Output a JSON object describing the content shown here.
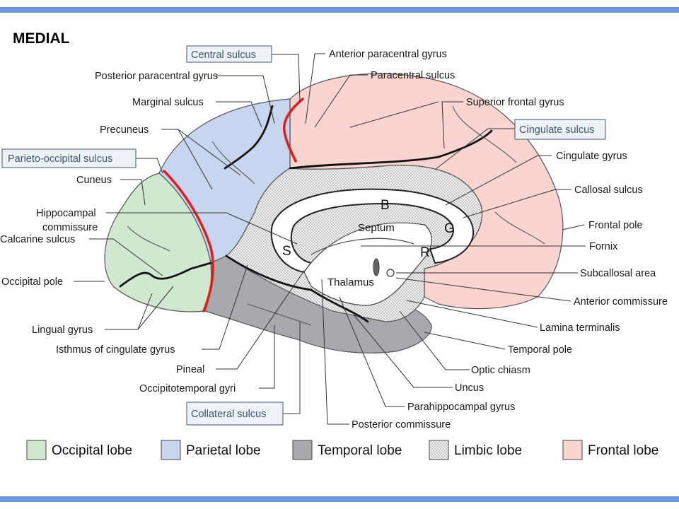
{
  "title": "MEDIAL",
  "boxed_labels": {
    "central_sulcus": "Central sulcus",
    "parieto_occipital_sulcus": "Parieto-occipital sulcus",
    "cingulate_sulcus": "Cingulate sulcus",
    "collateral_sulcus": "Collateral sulcus"
  },
  "labels": {
    "anterior_paracentral_gyrus": "Anterior paracentral gyrus",
    "posterior_paracentral_gyrus": "Posterior paracentral gyrus",
    "paracentral_sulcus": "Paracentral sulcus",
    "marginal_sulcus": "Marginal sulcus",
    "superior_frontal_gyrus": "Superior frontal gyrus",
    "precuneus": "Precuneus",
    "cingulate_gyrus": "Cingulate gyrus",
    "cuneus": "Cuneus",
    "callosal_sulcus": "Callosal sulcus",
    "hippocampal_commissure_1": "Hippocampal",
    "hippocampal_commissure_2": "commissure",
    "frontal_pole": "Frontal pole",
    "calcarine_sulcus": "Calcarine sulcus",
    "fornix": "Fornix",
    "occipital_pole": "Occipital pole",
    "subcallosal_area": "Subcallosal area",
    "anterior_commissure": "Anterior commissure",
    "lingual_gyrus": "Lingual gyrus",
    "lamina_terminalis": "Lamina terminalis",
    "isthmus_of_cingulate_gyrus": "Isthmus of cingulate gyrus",
    "temporal_pole": "Temporal pole",
    "pineal": "Pineal",
    "optic_chiasm": "Optic chiasm",
    "occipitotemporal_gyri": "Occipitotemporal gyri",
    "uncus": "Uncus",
    "parahippocampal_gyrus": "Parahippocampal gyrus",
    "posterior_commissure": "Posterior commissure"
  },
  "inner_labels": {
    "B": "B",
    "G": "G",
    "S": "S",
    "R": "R",
    "septum": "Septum",
    "thalamus": "Thalamus"
  },
  "legend": [
    {
      "label": "Occipital lobe",
      "color": "#cfe8cf"
    },
    {
      "label": "Parietal lobe",
      "color": "#c7d5ee"
    },
    {
      "label": "Temporal lobe",
      "color": "#a9a9ab"
    },
    {
      "label": "Limbic lobe",
      "color": "#e8e8e8"
    },
    {
      "label": "Frontal lobe",
      "color": "#fad4d0"
    }
  ],
  "colors": {
    "accent_bar": "#6a9bd6",
    "sulcus_highlight": "#e01c1c",
    "box_border": "#3c566e",
    "box_fill": "#eef2f6"
  }
}
